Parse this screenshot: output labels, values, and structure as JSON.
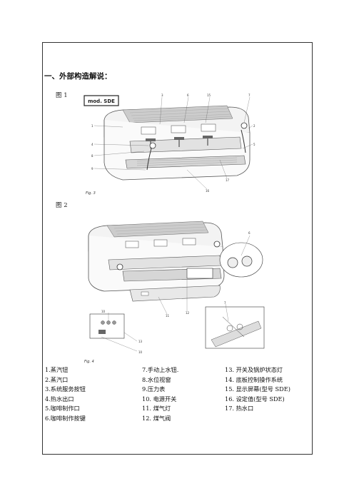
{
  "section_title": "一、外部构造解说：",
  "figure1": {
    "label": "图 1",
    "model_tag": "mod. SDE",
    "caption": "Fig. 3",
    "callouts": [
      "3",
      "6",
      "15",
      "7",
      "1",
      "2",
      "4",
      "8",
      "9",
      "5",
      "17",
      "16"
    ]
  },
  "figure2": {
    "label": "图 2",
    "caption": "Fig. 4",
    "callouts": [
      "6",
      "7",
      "11",
      "12",
      "10",
      "13",
      "10"
    ]
  },
  "legend": {
    "col1": [
      "1.蒸汽钮",
      "2.蒸汽口",
      "3.系统服务按钮",
      "4.热水出口",
      "5.咖啡制作口",
      "6.咖啡制作按键"
    ],
    "col2": [
      "7.手动上水钮.",
      "8.水位视窗",
      "9.压力表",
      "10.   电源开关",
      "11.   煤气灯",
      "12.   煤气阀"
    ],
    "col3": [
      "13.   开关及锅炉状态灯",
      "14.   底板控制操作系统",
      "15.   显示屏幕(型号 SDE)",
      "16.   设定值(型号 SDE)",
      "17.   热水口"
    ]
  }
}
